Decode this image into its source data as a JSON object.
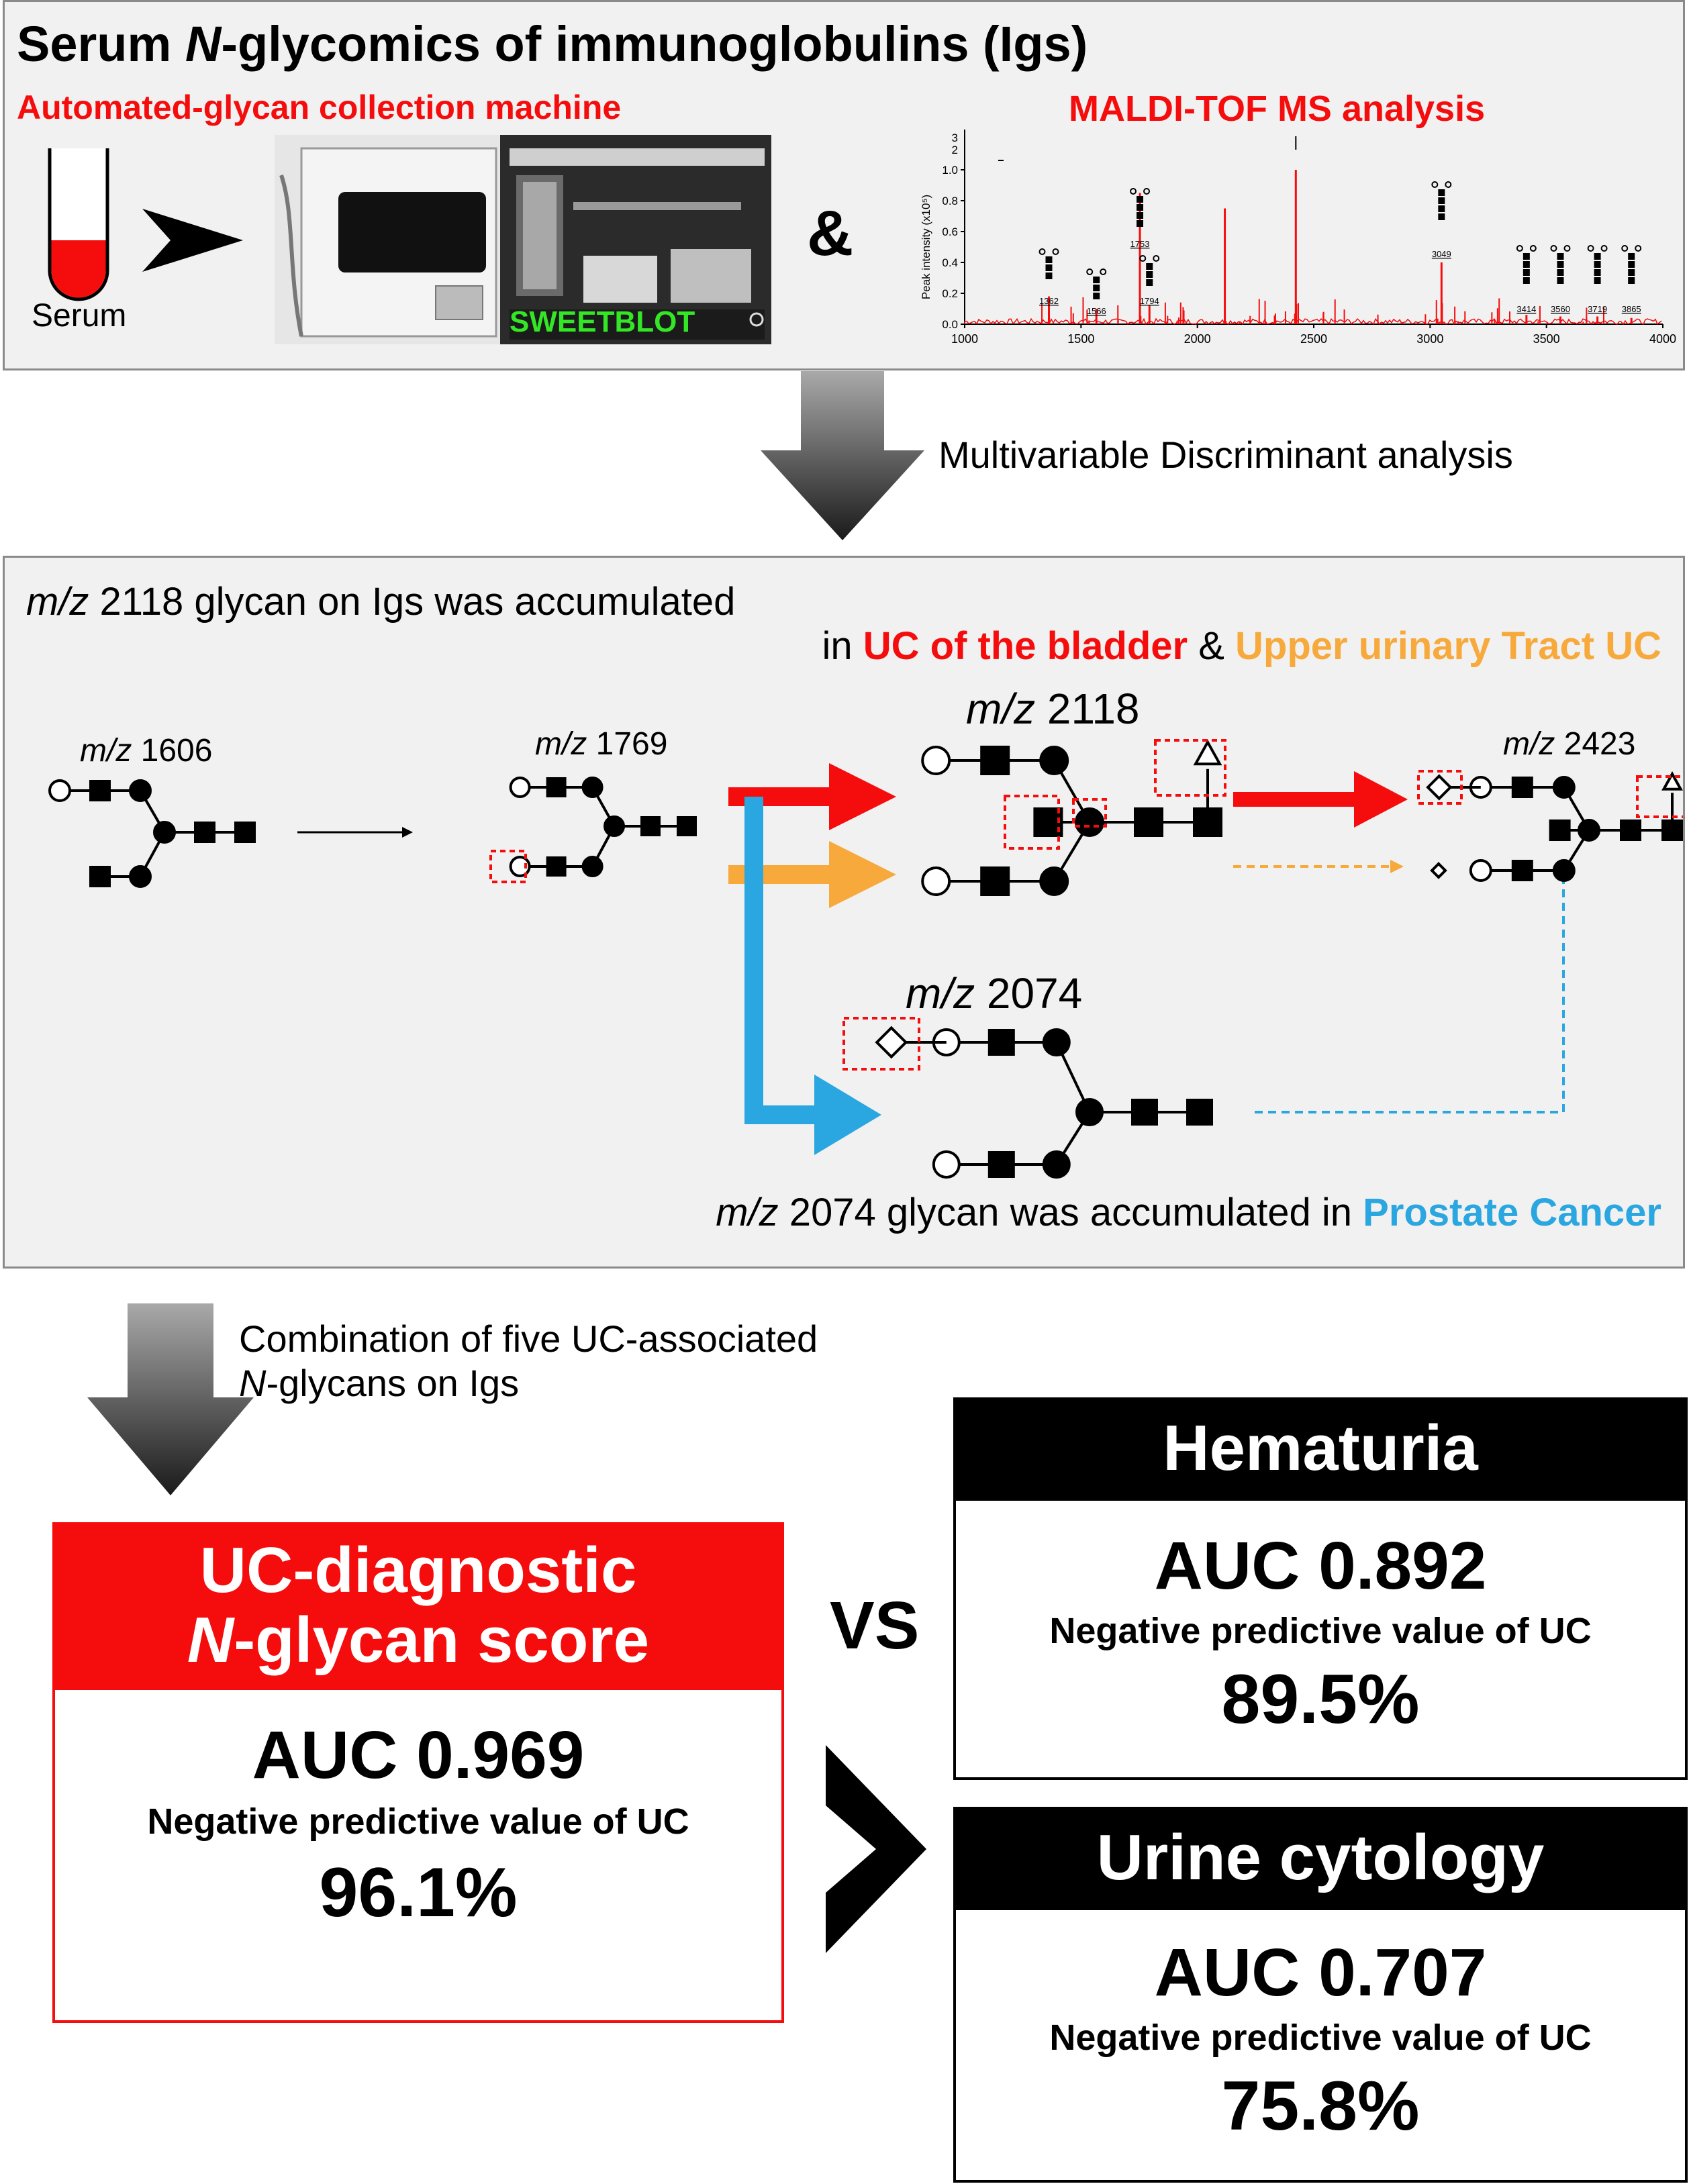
{
  "header": {
    "title_pre": "Serum ",
    "title_italic": "N",
    "title_post": "-glycomics of immunoglobulins (Igs)",
    "machine_label": "Automated-glycan collection machine",
    "maldi_label": "MALDI-TOF MS analysis",
    "serum_label": "Serum",
    "ampersand": "&",
    "machine_name": "SWEETBLOT"
  },
  "spectrum": {
    "ylabel": "Peak intensity (x10⁵)",
    "yticks": [
      "0.0",
      "0.2",
      "0.4",
      "0.6",
      "0.8",
      "1.0"
    ],
    "ytop": [
      "3",
      "2"
    ],
    "xticks": [
      "1000",
      "1500",
      "2000",
      "2500",
      "3000",
      "3500",
      "4000"
    ],
    "peak_labels": [
      "1362",
      "1566",
      "1753",
      "1794",
      "3049",
      "3414",
      "3560",
      "3719",
      "3865"
    ],
    "chart_data": {
      "type": "line",
      "x_range": [
        1000,
        4000
      ],
      "y_range": [
        0,
        1.0
      ],
      "peaks_x": [
        1362,
        1566,
        1753,
        1794,
        2118,
        2423,
        3049,
        3414,
        3560,
        3719,
        3865
      ],
      "peaks_y": [
        0.18,
        0.1,
        0.85,
        0.12,
        0.75,
        1.0,
        0.4,
        0.06,
        0.05,
        0.05,
        0.04
      ]
    }
  },
  "arrow1_label": "Multivariable Discriminant analysis",
  "middle": {
    "line1_italic": "m/z",
    "line1_rest": " 2118 glycan on Igs was accumulated",
    "line2_in": "in ",
    "line2_bladder": "UC of the bladder",
    "line2_amp": " & ",
    "line2_upper": "Upper urinary Tract UC",
    "bottom_italic": "m/z",
    "bottom_rest": " 2074 glycan was accumulated in ",
    "bottom_prostate": "Prostate Cancer",
    "mz_prefix": "m/z",
    "mz1606": " 1606",
    "mz1769": " 1769",
    "mz2118": " 2118",
    "mz2423": " 2423",
    "mz2074": " 2074"
  },
  "arrow2_label_line1": "Combination of five UC-associated",
  "arrow2_label_line2_italic": "N",
  "arrow2_label_line2_rest": "-glycans on Igs",
  "score": {
    "title_line1": "UC-diagnostic",
    "title_line2_italic": "N",
    "title_line2_rest": "-glycan score",
    "auc": "AUC 0.969",
    "npv_label": "Negative predictive value of UC",
    "npv": "96.1%"
  },
  "vs": "VS",
  "hematuria": {
    "title": "Hematuria",
    "auc": "AUC 0.892",
    "npv_label": "Negative predictive value of UC",
    "npv": "89.5%"
  },
  "cytology": {
    "title": "Urine cytology",
    "auc": "AUC 0.707",
    "npv_label": "Negative predictive value of UC",
    "npv": "75.8%"
  },
  "colors": {
    "red": "#f50d0d",
    "orange": "#f7a93b",
    "blue": "#2aa6e0",
    "green": "#33e626",
    "panel": "#f1f1f1"
  }
}
